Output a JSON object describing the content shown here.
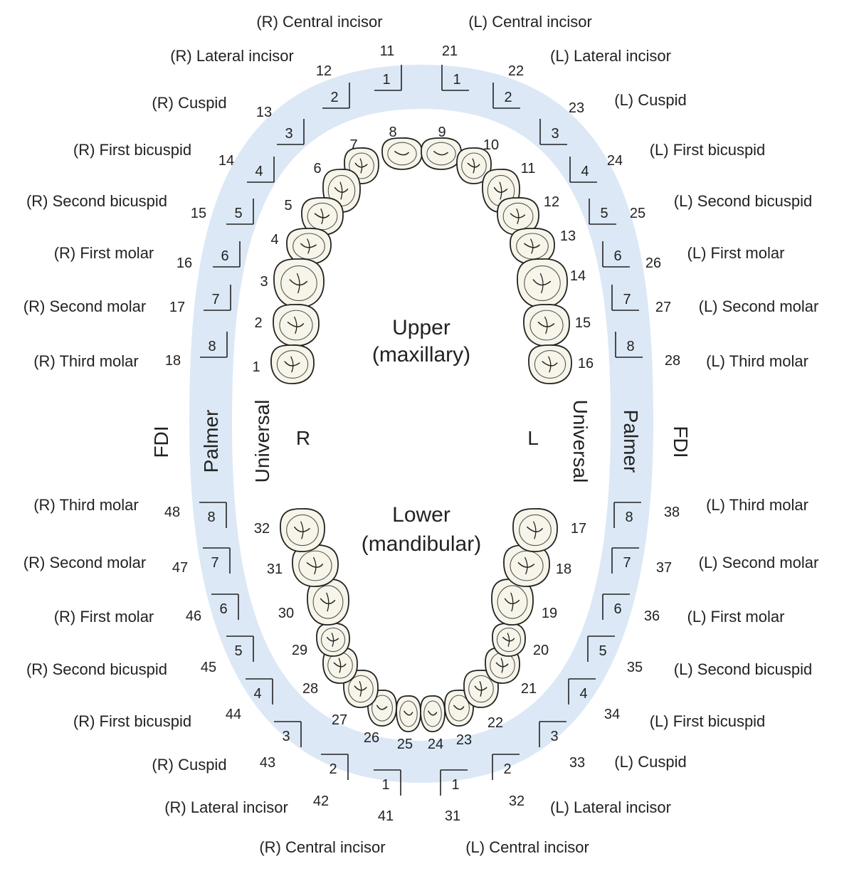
{
  "center": {
    "upper_line1": "Upper",
    "upper_line2": "(maxillary)",
    "lower_line1": "Lower",
    "lower_line2": "(mandibular)",
    "side_r": "R",
    "side_l": "L"
  },
  "systems": {
    "fdi": "FDI",
    "palmer": "Palmer",
    "universal": "Universal"
  },
  "teeth": {
    "upper_right": [
      {
        "name": "(R) Central incisor",
        "fdi": "11",
        "palmer": "1",
        "universal": "8"
      },
      {
        "name": "(R) Lateral incisor",
        "fdi": "12",
        "palmer": "2",
        "universal": "7"
      },
      {
        "name": "(R) Cuspid",
        "fdi": "13",
        "palmer": "3",
        "universal": "6"
      },
      {
        "name": "(R) First bicuspid",
        "fdi": "14",
        "palmer": "4",
        "universal": "5"
      },
      {
        "name": "(R) Second bicuspid",
        "fdi": "15",
        "palmer": "5",
        "universal": "4"
      },
      {
        "name": "(R) First molar",
        "fdi": "16",
        "palmer": "6",
        "universal": "3"
      },
      {
        "name": "(R) Second molar",
        "fdi": "17",
        "palmer": "7",
        "universal": "2"
      },
      {
        "name": "(R) Third molar",
        "fdi": "18",
        "palmer": "8",
        "universal": "1"
      }
    ],
    "upper_left": [
      {
        "name": "(L) Central incisor",
        "fdi": "21",
        "palmer": "1",
        "universal": "9"
      },
      {
        "name": "(L) Lateral incisor",
        "fdi": "22",
        "palmer": "2",
        "universal": "10"
      },
      {
        "name": "(L) Cuspid",
        "fdi": "23",
        "palmer": "3",
        "universal": "11"
      },
      {
        "name": "(L) First bicuspid",
        "fdi": "24",
        "palmer": "4",
        "universal": "12"
      },
      {
        "name": "(L) Second bicuspid",
        "fdi": "25",
        "palmer": "5",
        "universal": "13"
      },
      {
        "name": "(L) First molar",
        "fdi": "26",
        "palmer": "6",
        "universal": "14"
      },
      {
        "name": "(L) Second molar",
        "fdi": "27",
        "palmer": "7",
        "universal": "15"
      },
      {
        "name": "(L) Third molar",
        "fdi": "28",
        "palmer": "8",
        "universal": "16"
      }
    ],
    "lower_left": [
      {
        "name": "(L) Central incisor",
        "fdi": "31",
        "palmer": "1",
        "universal": "24"
      },
      {
        "name": "(L) Lateral incisor",
        "fdi": "32",
        "palmer": "2",
        "universal": "23"
      },
      {
        "name": "(L) Cuspid",
        "fdi": "33",
        "palmer": "3",
        "universal": "22"
      },
      {
        "name": "(L) First bicuspid",
        "fdi": "34",
        "palmer": "4",
        "universal": "21"
      },
      {
        "name": "(L) Second bicuspid",
        "fdi": "35",
        "palmer": "5",
        "universal": "20"
      },
      {
        "name": "(L) First molar",
        "fdi": "36",
        "palmer": "6",
        "universal": "19"
      },
      {
        "name": "(L) Second molar",
        "fdi": "37",
        "palmer": "7",
        "universal": "18"
      },
      {
        "name": "(L) Third molar",
        "fdi": "38",
        "palmer": "8",
        "universal": "17"
      }
    ],
    "lower_right": [
      {
        "name": "(R) Central incisor",
        "fdi": "41",
        "palmer": "1",
        "universal": "25"
      },
      {
        "name": "(R) Lateral incisor",
        "fdi": "42",
        "palmer": "2",
        "universal": "26"
      },
      {
        "name": "(R) Cuspid",
        "fdi": "43",
        "palmer": "3",
        "universal": "27"
      },
      {
        "name": "(R) First bicuspid",
        "fdi": "44",
        "palmer": "4",
        "universal": "28"
      },
      {
        "name": "(R) Second bicuspid",
        "fdi": "45",
        "palmer": "5",
        "universal": "29"
      },
      {
        "name": "(R) First molar",
        "fdi": "46",
        "palmer": "6",
        "universal": "30"
      },
      {
        "name": "(R) Second molar",
        "fdi": "47",
        "palmer": "7",
        "universal": "31"
      },
      {
        "name": "(R) Third molar",
        "fdi": "48",
        "palmer": "8",
        "universal": "32"
      }
    ]
  },
  "colors": {
    "band": "#dce8f6",
    "tooth_fill": "#f7f5ea",
    "outline": "#222222",
    "text": "#222222"
  }
}
